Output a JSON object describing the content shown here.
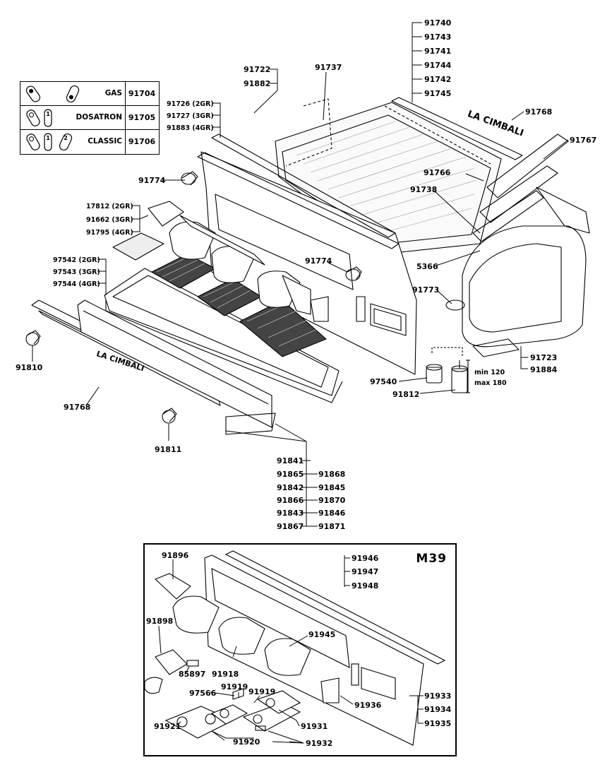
{
  "legend": {
    "rows": [
      {
        "name": "GAS",
        "code": "91704"
      },
      {
        "name": "DOSATRON",
        "code": "91705"
      },
      {
        "name": "CLASSIC",
        "code": "91706"
      }
    ]
  },
  "brand": "LA CIMBALI",
  "dimension_note": {
    "min": "min 120",
    "max": "max 180"
  },
  "labels": {
    "top_right_stack": [
      "91740",
      "91743",
      "91741",
      "91744",
      "91742",
      "91745"
    ],
    "p91722": "91722",
    "p91882": "91882",
    "p91737": "91737",
    "p91726": "91726 (2GR)",
    "p91727": "91727 (3GR)",
    "p91883": "91883 (4GR)",
    "p91768a": "91768",
    "p91767": "91767",
    "p91766": "91766",
    "p91738": "91738",
    "p91774a": "91774",
    "p91774b": "91774",
    "p17812": "17812 (2GR)",
    "p91662": "91662 (3GR)",
    "p91795": "91795 (4GR)",
    "p97542": "97542 (2GR)",
    "p97543": "97543 (3GR)",
    "p97544": "97544 (4GR)",
    "p5366": "5366",
    "p91773": "91773",
    "p91723": "91723",
    "p91884": "91884",
    "p97540": "97540",
    "p91812": "91812",
    "p91810": "91810",
    "p91768b": "91768",
    "p91811": "91811",
    "bottom_stack_left": [
      "91841",
      "91865",
      "91842",
      "91866",
      "91843",
      "91867"
    ],
    "bottom_stack_right": [
      "91868",
      "91845",
      "91870",
      "91846",
      "91871"
    ]
  },
  "m39": {
    "title": "M39",
    "p91896": "91896",
    "p91898": "91898",
    "p85897": "85897",
    "p91918": "91918",
    "p91919a": "91919",
    "p91919b": "91919",
    "p97566": "97566",
    "p91921": "91921",
    "p91920": "91920",
    "p91931": "91931",
    "p91932": "91932",
    "p91936": "91936",
    "p91945": "91945",
    "stack_946": [
      "91946",
      "91947",
      "91948"
    ],
    "stack_933": [
      "91933",
      "91934",
      "91935"
    ]
  }
}
